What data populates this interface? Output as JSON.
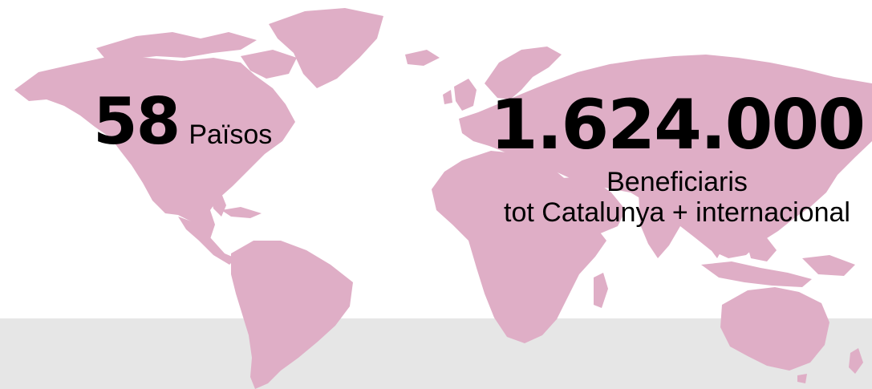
{
  "colors": {
    "map_fill": "#dfaec6",
    "footer_band": "#e6e6e6",
    "text": "#000000"
  },
  "stats": {
    "countries": {
      "number": "58",
      "label": "Països"
    },
    "beneficiaries": {
      "number": "1.624.000",
      "label": "Beneficiaris",
      "sublabel": "tot Catalunya + internacional"
    }
  }
}
